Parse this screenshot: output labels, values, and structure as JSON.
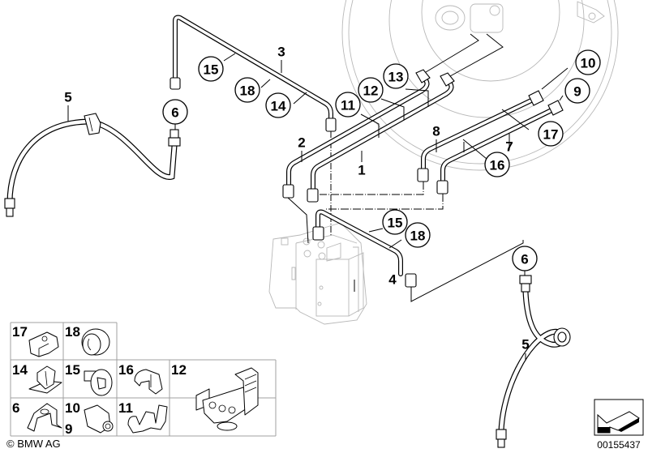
{
  "diagram": {
    "title": "Brake pipe, front (ABS / DSC hydraulic unit)",
    "callouts_plain": {
      "c1": "1",
      "c2": "2",
      "c3": "3",
      "c4": "4",
      "c5_left": "5",
      "c5_right": "5",
      "c7": "7",
      "c8": "8"
    },
    "callouts_circled": {
      "c6_left": "6",
      "c6_right": "6",
      "c9": "9",
      "c10": "10",
      "c11": "11",
      "c12": "12",
      "c13": "13",
      "c14": "14",
      "c15_top": "15",
      "c15_bottom": "15",
      "c16": "16",
      "c17": "17",
      "c18_top": "18",
      "c18_bottom": "18"
    }
  },
  "parts_grid": {
    "cells": [
      {
        "label": "17",
        "part": "bracket-clip"
      },
      {
        "label": "18",
        "part": "grommet"
      },
      {
        "label": "14",
        "part": "pipe-holder"
      },
      {
        "label": "15",
        "part": "push-in-clip"
      },
      {
        "label": "16",
        "part": "pipe-clip"
      },
      {
        "label": "12",
        "part": "pipe-holder-multiple"
      },
      {
        "label": "6",
        "part": "holder-bracket"
      },
      {
        "label": "10",
        "part": "union-nut"
      },
      {
        "label": "9",
        "part": "union-nut"
      },
      {
        "label": "11",
        "part": "double-clip"
      }
    ]
  },
  "footer": {
    "copyright": "© BMW AG",
    "diagram_number": "00155437",
    "orientation_icon": "direction-arrow-icon"
  }
}
